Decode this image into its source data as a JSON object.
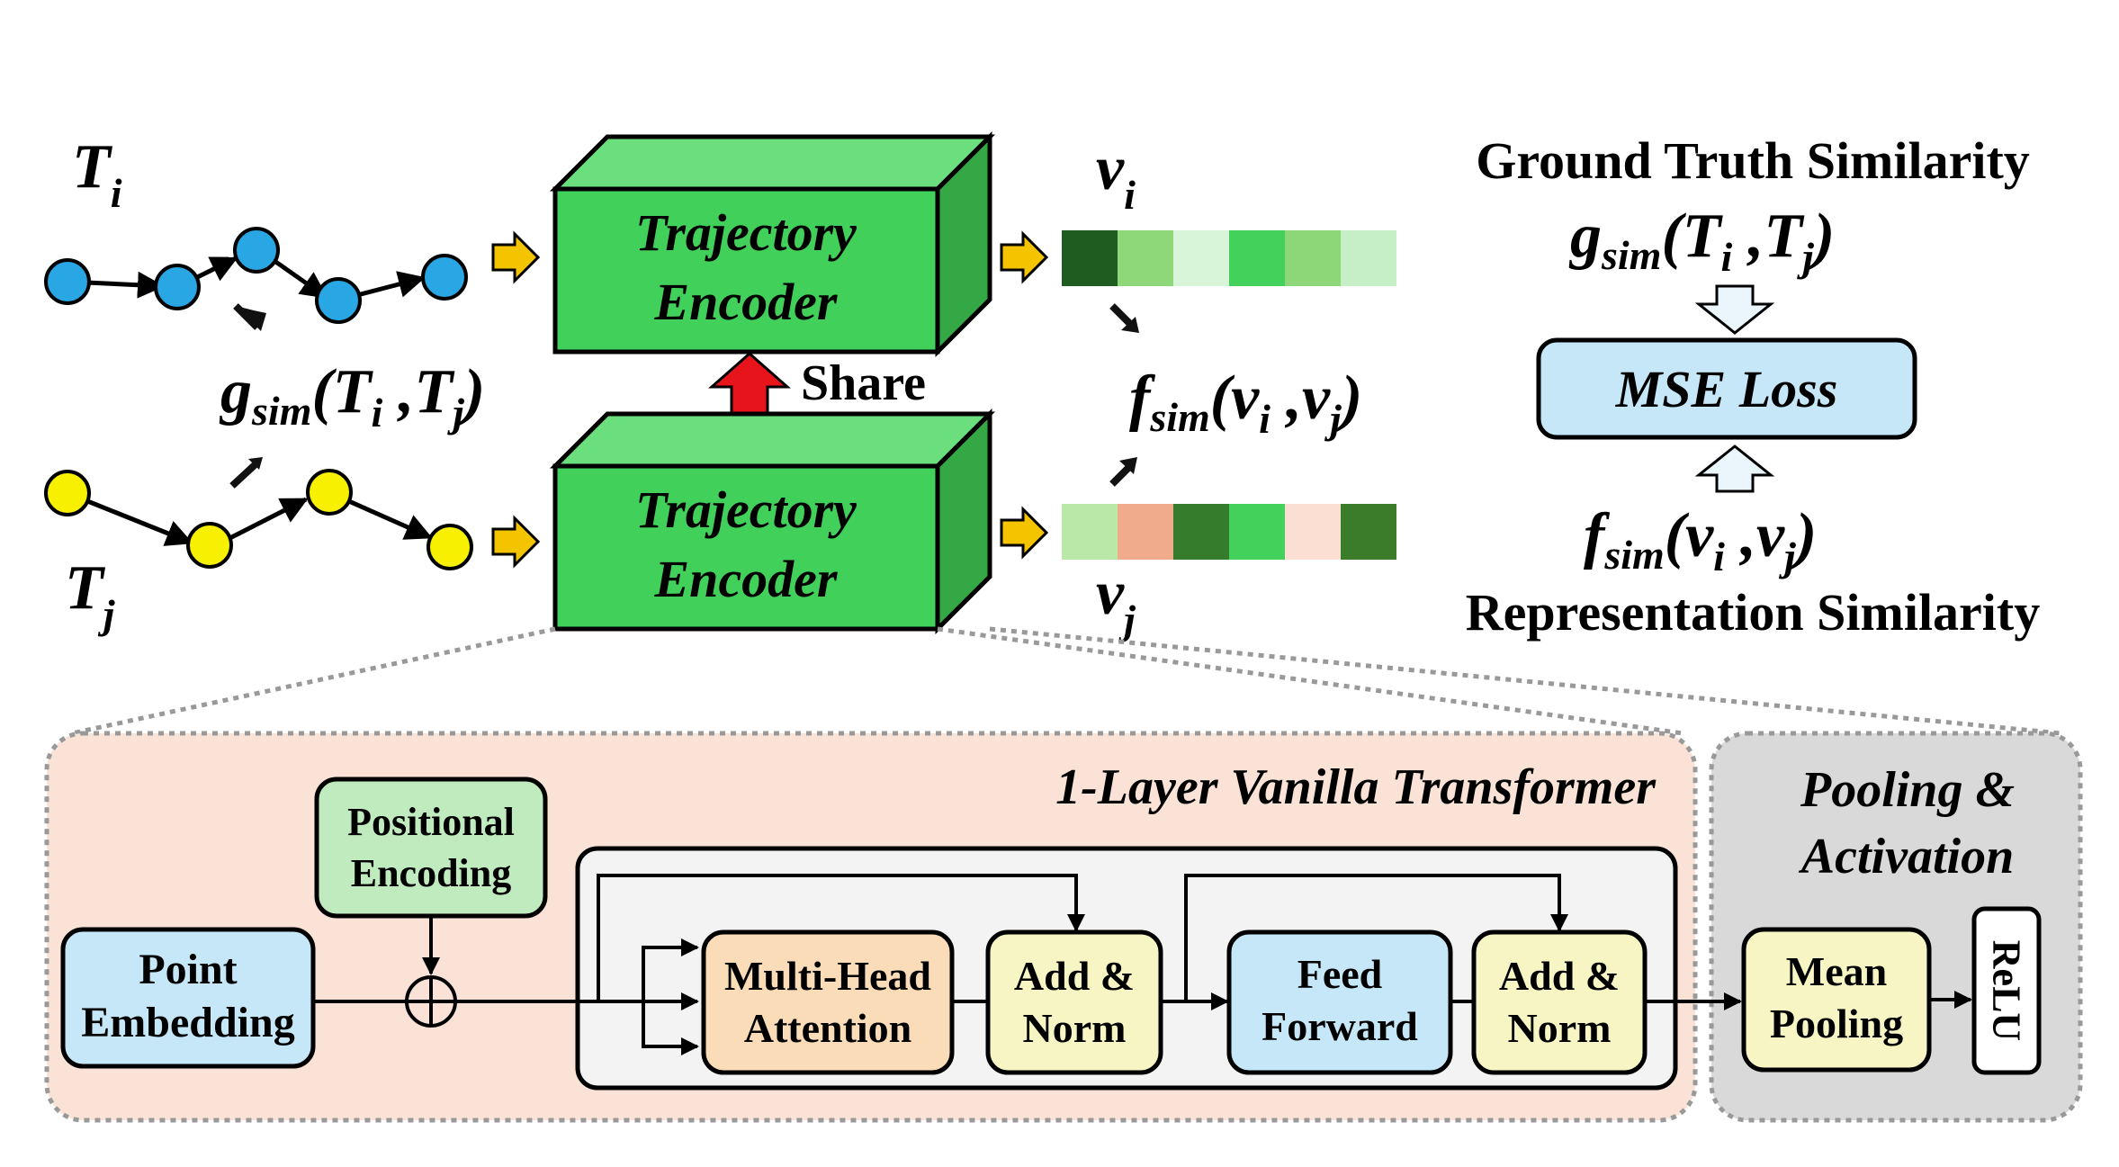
{
  "colors": {
    "blue_node": "#29a6e4",
    "yellow_node": "#f7f000",
    "encoder_green": "#41d15a",
    "encoder_top": "#6bdf7d",
    "encoder_side": "#35a846",
    "share_red": "#e8141c",
    "arrow_yellow": "#f5c400",
    "transformer_bg": "#fae3d6",
    "pooling_bg": "#d9d9d9",
    "light_blue_box": "#c5e7f7",
    "light_green_box": "#c0ebbe",
    "light_yellow_box": "#f7f5c4",
    "light_orange_box": "#fbdcb8",
    "inner_box_bg": "#f3f3f3"
  },
  "top": {
    "traj_i_label": "T",
    "traj_i_sub": "i",
    "traj_j_label": "T",
    "traj_j_sub": "j",
    "gsim_left": {
      "g": "g",
      "sub": "sim",
      "open": "(",
      "T1": "T",
      "s1": "i",
      "comma": " ,",
      "T2": "T",
      "s2": "j",
      "close": ")"
    },
    "encoder_top": {
      "line1": "Trajectory",
      "line2": "Encoder"
    },
    "encoder_bottom": {
      "line1": "Trajectory",
      "line2": "Encoder"
    },
    "share_label": "Share",
    "vi_label": "v",
    "vi_sub": "i",
    "vj_label": "v",
    "vj_sub": "j",
    "fsim_mid": {
      "f": "f",
      "sub": "sim",
      "open": "(",
      "v1": "v",
      "s1": "i",
      "comma": " ,",
      "v2": "v",
      "s2": "j",
      "close": ")"
    },
    "vec_i_colors": [
      "#1e5c1f",
      "#8ed879",
      "#d9f5d9",
      "#43d15c",
      "#8dd778",
      "#c6efc6"
    ],
    "vec_j_colors": [
      "#b9e8a8",
      "#f0aa8c",
      "#357c2c",
      "#43d15c",
      "#fadfd2",
      "#3a7c2a"
    ]
  },
  "right": {
    "ground_truth_title": "Ground Truth Similarity",
    "gsim": {
      "g": "g",
      "sub": "sim",
      "open": "(",
      "T1": "T",
      "s1": "i",
      "comma": " ,",
      "T2": "T",
      "s2": "j",
      "close": ")"
    },
    "mse_label": "MSE Loss",
    "fsim": {
      "f": "f",
      "sub": "sim",
      "open": "(",
      "v1": "v",
      "s1": "i",
      "comma": " ,",
      "v2": "v",
      "s2": "j",
      "close": ")"
    },
    "repr_title": "Representation Similarity"
  },
  "bottom": {
    "transformer_title": "1-Layer Vanilla Transformer",
    "pooling_title_1": "Pooling &",
    "pooling_title_2": "Activation",
    "point_embedding": {
      "line1": "Point",
      "line2": "Embedding"
    },
    "positional_encoding": {
      "line1": "Positional",
      "line2": "Encoding"
    },
    "multi_head": {
      "line1": "Multi-Head",
      "line2": "Attention"
    },
    "add_norm_1": {
      "line1": "Add &",
      "line2": "Norm"
    },
    "feed_forward": {
      "line1": "Feed",
      "line2": "Forward"
    },
    "add_norm_2": {
      "line1": "Add &",
      "line2": "Norm"
    },
    "mean_pooling": {
      "line1": "Mean",
      "line2": "Pooling"
    },
    "relu": "ReLU"
  }
}
